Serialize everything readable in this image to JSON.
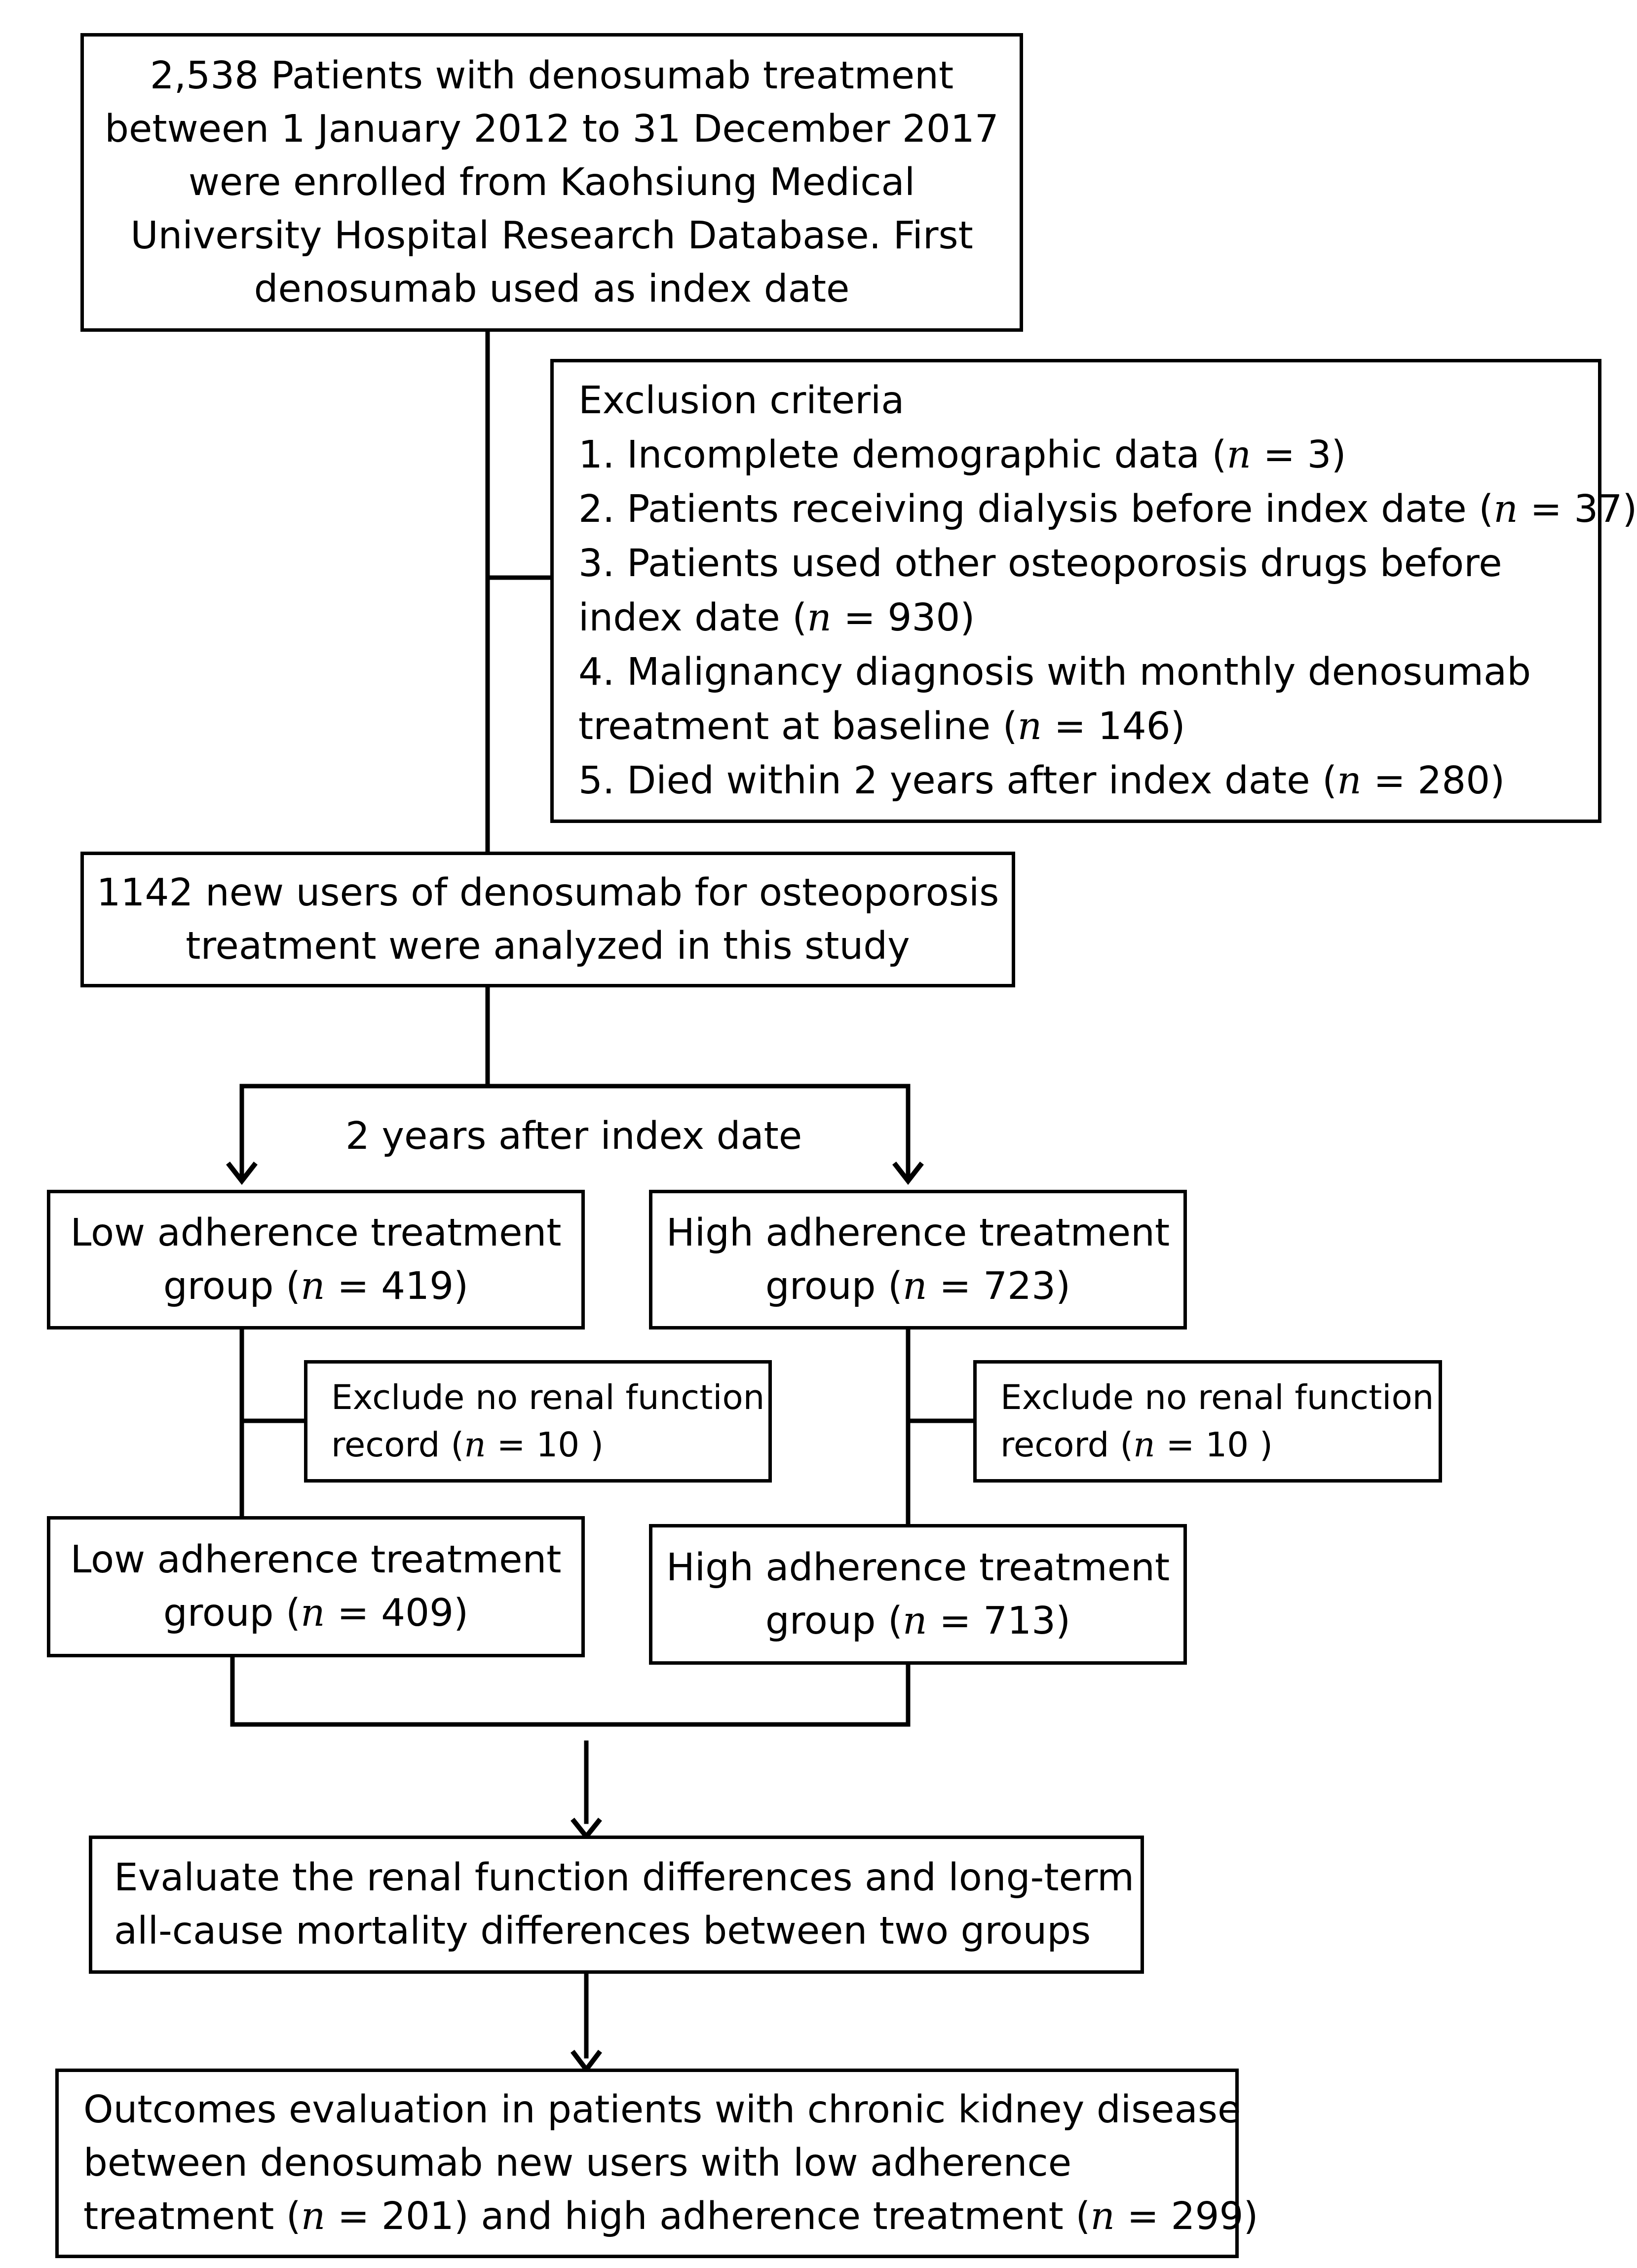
{
  "nodes": {
    "enrollment": {
      "lines": [
        "2,538 Patients with denosumab treatment",
        "between 1 January 2012 to 31 December 2017",
        "were enrolled from Kaohsiung Medical",
        "University Hospital Research Database. First",
        "denosumab used as index date"
      ]
    },
    "exclusion": {
      "title": "Exclusion criteria",
      "items": [
        {
          "pre": "1. Incomplete demographic data (",
          "n": "n",
          "post": " = 3)"
        },
        {
          "pre": "2. Patients receiving dialysis before index date (",
          "n": "n",
          "post": " = 37)"
        },
        {
          "pre": "3. Patients used other osteoporosis drugs before",
          "n": "",
          "post": ""
        },
        {
          "pre": "index date (",
          "n": "n",
          "post": " = 930)"
        },
        {
          "pre": "4. Malignancy diagnosis with monthly denosumab",
          "n": "",
          "post": ""
        },
        {
          "pre": "treatment at baseline (",
          "n": "n",
          "post": " = 146)"
        },
        {
          "pre": "5. Died within 2 years after index date (",
          "n": "n",
          "post": " = 280)"
        }
      ]
    },
    "analyzed": {
      "lines": [
        "1142 new users of denosumab for osteoporosis",
        "treatment were analyzed in this study"
      ]
    },
    "split_label": "2 years after index date",
    "low_group_1": {
      "line1": "Low adherence treatment",
      "pre": "group (",
      "n": "n",
      "post": " = 419)"
    },
    "high_group_1": {
      "line1": "High adherence treatment",
      "pre": "group (",
      "n": "n",
      "post": " = 723)"
    },
    "low_exclude": {
      "line1": "Exclude no renal function",
      "pre": "record (",
      "n": "n",
      "post": " = 10 )"
    },
    "high_exclude": {
      "line1": "Exclude no renal function",
      "pre": "record (",
      "n": "n",
      "post": " = 10 )"
    },
    "low_group_2": {
      "line1": "Low adherence treatment",
      "pre": "group (",
      "n": "n",
      "post": " = 409)"
    },
    "high_group_2": {
      "line1": "High adherence treatment",
      "pre": "group (",
      "n": "n",
      "post": " = 713)"
    },
    "evaluate": {
      "lines": [
        "Evaluate the renal function differences and long-term",
        "all-cause mortality differences between two groups"
      ]
    },
    "outcomes": {
      "line1": "Outcomes evaluation in patients with chronic kidney disease",
      "line2": "between denosumab new users with low adherence",
      "line3_pre": "treatment (",
      "line3_n1": "n",
      "line3_mid": " = 201) and high adherence treatment (",
      "line3_n2": "n",
      "line3_post": " = 299)"
    }
  }
}
